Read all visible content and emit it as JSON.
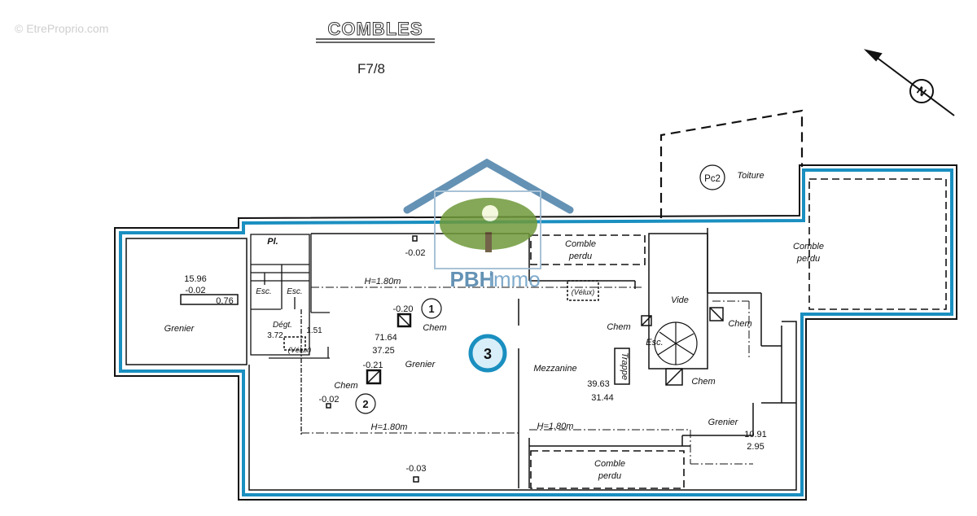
{
  "watermark": "© EtreProprio.com",
  "title": "COMBLES",
  "subtitle": "F7/8",
  "logo": {
    "brand_bold": "PBH",
    "brand_light": "immo"
  },
  "colors": {
    "wall_outline": "#1a8fc0",
    "wall": "#111111",
    "logo_blue": "#4a7fa8"
  },
  "north_label": "N",
  "labels": {
    "pc2": "Pc2",
    "toiture": "Toiture",
    "comble1_a": "Comble",
    "comble1_b": "perdu",
    "comble2_a": "Comble",
    "comble2_b": "perdu",
    "comble3_a": "Comble",
    "comble3_b": "perdu",
    "vide": "Vide",
    "chem_a": "Chem",
    "esc_spiral": "Esc.",
    "chem_b": "Chem",
    "chem_c": "Chem",
    "trappe": "Trappe",
    "mezzanine": "Mezzanine",
    "mezz_area1": "39.63",
    "mezz_area2": "31.44",
    "h_mezz": "H=1.80m",
    "grenier_r": "Grenier",
    "gr_area1": "10.91",
    "gr_area2": "2.95",
    "velux_r": "(Vélux)",
    "h_top": "H=1.80m",
    "pl": "Pl.",
    "esc1": "Esc.",
    "esc2": "Esc.",
    "dgt": "Dégt.",
    "dgt_area": "3.72",
    "dgt_w": "1.51",
    "velux_l": "(Vélux)",
    "gl_area": "15.96",
    "gl_lvl": "-0.02",
    "gl_h": "0.76",
    "grenier_l": "Grenier",
    "lvl_top": "-0.02",
    "lvl_c1": "-0.20",
    "c1": "1",
    "chem_1": "Chem",
    "main_area1": "71.64",
    "main_area2": "37.25",
    "c3": "3",
    "grenier_m": "Grenier",
    "lvl_c2": "-0.21",
    "chem_2": "Chem",
    "lvl_l": "-0.02",
    "c2": "2",
    "h_main": "H=1.80m",
    "lvl_bot": "-0.03"
  }
}
